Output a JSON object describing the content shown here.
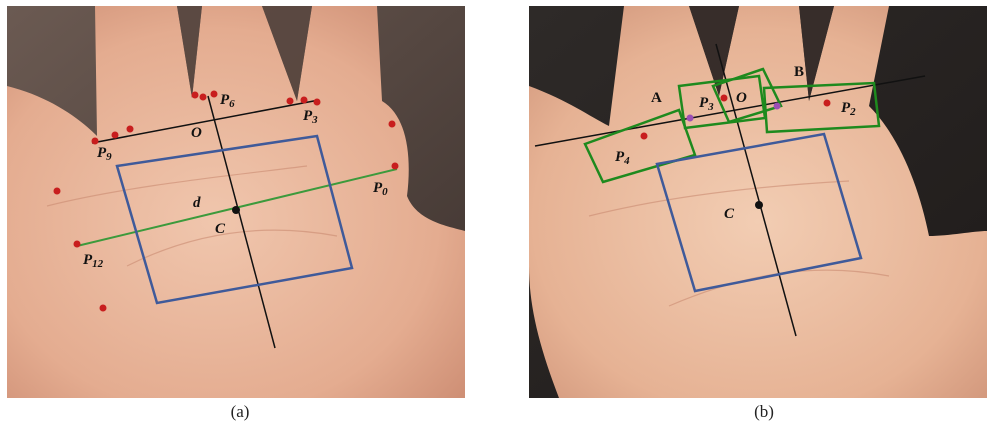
{
  "panel_a": {
    "caption": "(a)",
    "labels": {
      "p6": {
        "main": "P",
        "sub": "6"
      },
      "p3": {
        "main": "P",
        "sub": "3"
      },
      "p9": {
        "main": "P",
        "sub": "9"
      },
      "p0": {
        "main": "P",
        "sub": "0"
      },
      "p12": {
        "main": "P",
        "sub": "12"
      },
      "o": "O",
      "d": "d",
      "c": "C"
    }
  },
  "panel_b": {
    "caption": "(b)",
    "labels": {
      "a": "A",
      "b": "B",
      "p3": {
        "main": "P",
        "sub": "3"
      },
      "o": "O",
      "p2": {
        "main": "P",
        "sub": "2"
      },
      "p4": {
        "main": "P",
        "sub": "4"
      },
      "c": "C"
    }
  },
  "colors": {
    "roi_square": "#3f5a9a",
    "green_line": "#3c9a3c",
    "green_box": "#1e8a1e",
    "keypoint": "#c81e1e",
    "purple_point": "#9b4fb5",
    "axis_line": "#111111",
    "skin": "#e8b59a",
    "background": "#5a4a44"
  }
}
